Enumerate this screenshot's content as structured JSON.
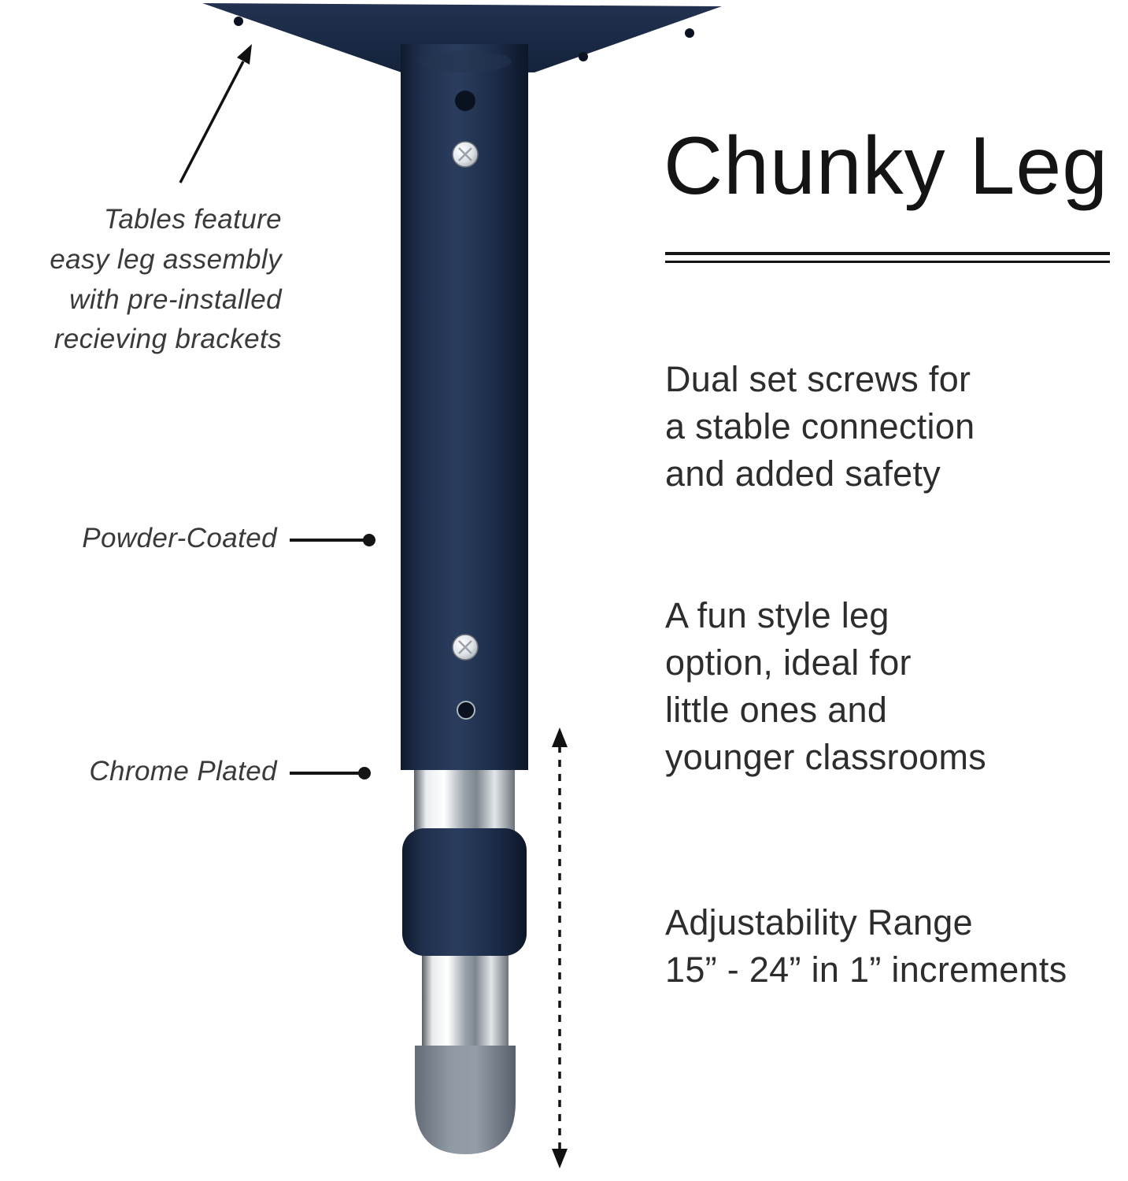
{
  "product": {
    "title": "Chunky Leg",
    "features": {
      "dual_screws": "Dual set screws for\na stable connection\nand added safety",
      "fun_style": "A fun style leg\noption, ideal for\nlittle ones and\nyounger classrooms",
      "adjustability": "Adjustability Range\n15” - 24” in 1” increments"
    }
  },
  "callouts": {
    "assembly": "Tables feature\neasy leg assembly\nwith pre-installed\nrecieving brackets",
    "powder_coated": "Powder-Coated",
    "chrome_plated": "Chrome Plated"
  },
  "colors": {
    "navy": "#1c2b45",
    "navy_dark": "#0d1729",
    "chrome_light": "#ffffff",
    "chrome_dark": "#6b727a",
    "foot_gray": "#7d8791",
    "text_title": "#141414",
    "text_body": "#2d2d2d",
    "text_callout": "#3a3a3a",
    "line_black": "#111111"
  }
}
